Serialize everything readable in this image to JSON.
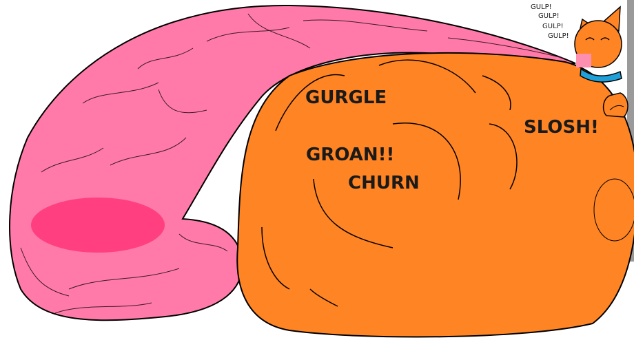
{
  "gulps": [
    "GULP!",
    "GULP!",
    "GULP!",
    "GULP!"
  ],
  "sounds": {
    "gurgle": "GURGLE",
    "groan": "GROAN!!",
    "churn": "CHURN",
    "slosh": "SLOSH!"
  },
  "colors": {
    "tongue": "#ff7aa8",
    "tongue_spot": "#ff3f7f",
    "belly": "#ff8424",
    "collar": "#1fa0d8",
    "outline": "#000000",
    "blush": "#ff8fb0"
  }
}
